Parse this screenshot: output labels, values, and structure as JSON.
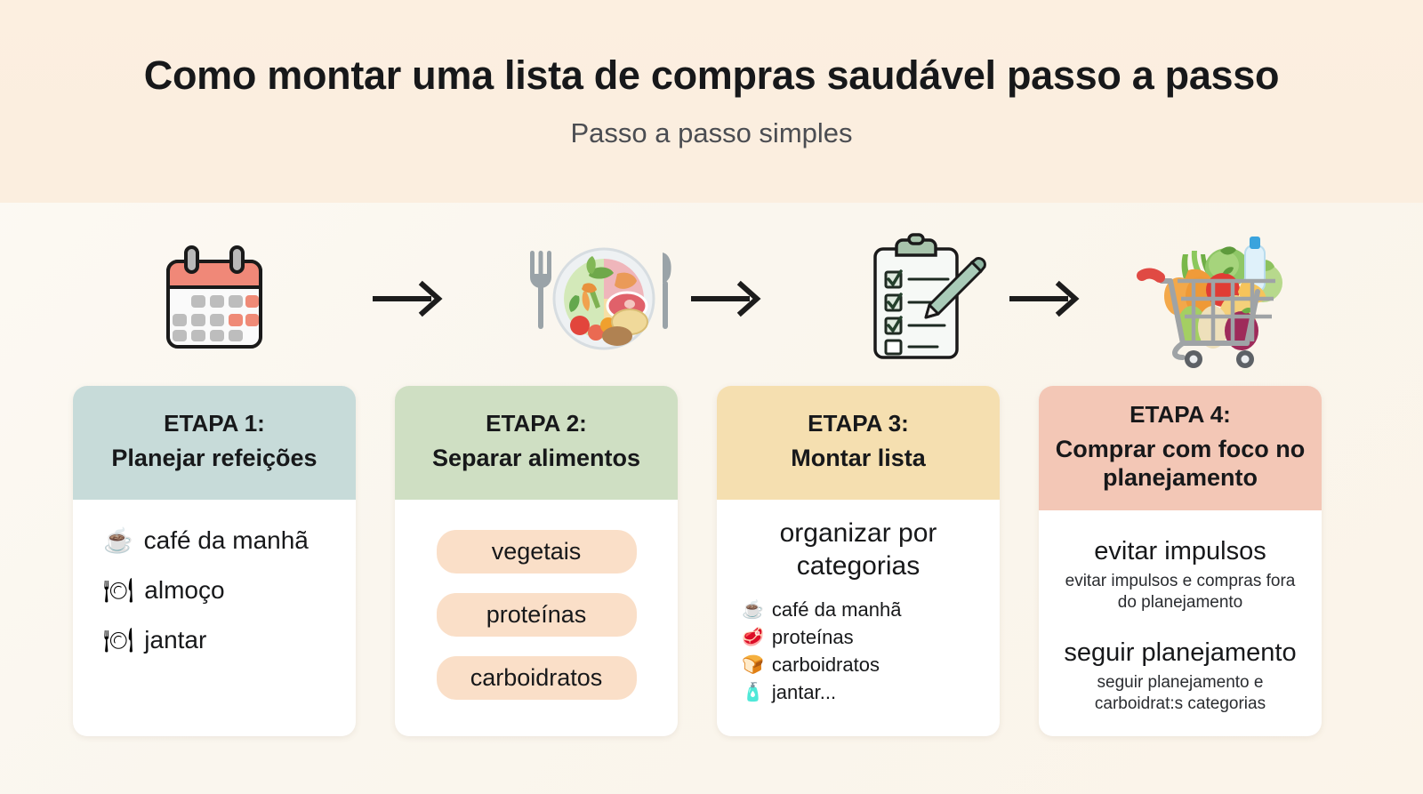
{
  "header": {
    "title": "Como montar uma lista de compras saudável passo a passo",
    "subtitle": "Passo a passo simples"
  },
  "arrow_symbol": "→",
  "colors": {
    "band": "#fbeedf",
    "page": "#fdfaf4",
    "card1_header": "#c7dbd9",
    "card2_header": "#cfdfc3",
    "card3_header": "#f5dfb0",
    "card4_header": "#f3c7b6",
    "pill": "#fadfc8",
    "text": "#17181a"
  },
  "steps": [
    {
      "icon": "calendar-icon",
      "step_label": "ETAPA 1:",
      "name": "Planejar refeições",
      "layout": "meal-list",
      "items": [
        {
          "emoji": "☕",
          "emoji_name": "coffee-icon",
          "label": "café da manhã"
        },
        {
          "emoji": "🍽",
          "emoji_name": "plate-icon",
          "label": "almoço"
        },
        {
          "emoji": "🍽",
          "emoji_name": "plate-icon",
          "label": "jantar"
        }
      ]
    },
    {
      "icon": "balanced-plate-icon",
      "step_label": "ETAPA 2:",
      "name": "Separar alimentos",
      "layout": "pills",
      "items": [
        {
          "label": "vegetais"
        },
        {
          "label": "proteínas"
        },
        {
          "label": "carboidratos"
        }
      ]
    },
    {
      "icon": "clipboard-checklist-icon",
      "step_label": "ETAPA 3:",
      "name": "Montar lista",
      "layout": "heading-list",
      "heading": "organizar por categorias",
      "items": [
        {
          "emoji": "☕",
          "emoji_name": "coffee-icon",
          "label": "café da manhã"
        },
        {
          "emoji": "🥩",
          "emoji_name": "meat-icon",
          "label": "proteínas"
        },
        {
          "emoji": "🍞",
          "emoji_name": "bread-icon",
          "label": "carboidratos"
        },
        {
          "emoji": "🧴",
          "emoji_name": "bottle-icon",
          "label": "jantar..."
        }
      ]
    },
    {
      "icon": "shopping-cart-icon",
      "step_label": "ETAPA 4:",
      "name": "Comprar com foco no planejamento",
      "layout": "blocks",
      "items": [
        {
          "title": "evitar impulsos",
          "subtitle": "evitar impulsos e compras fora do planejamento"
        },
        {
          "title": "seguir planejamento",
          "subtitle": "seguir planejamento e carboidrat:s categorias"
        }
      ]
    }
  ]
}
